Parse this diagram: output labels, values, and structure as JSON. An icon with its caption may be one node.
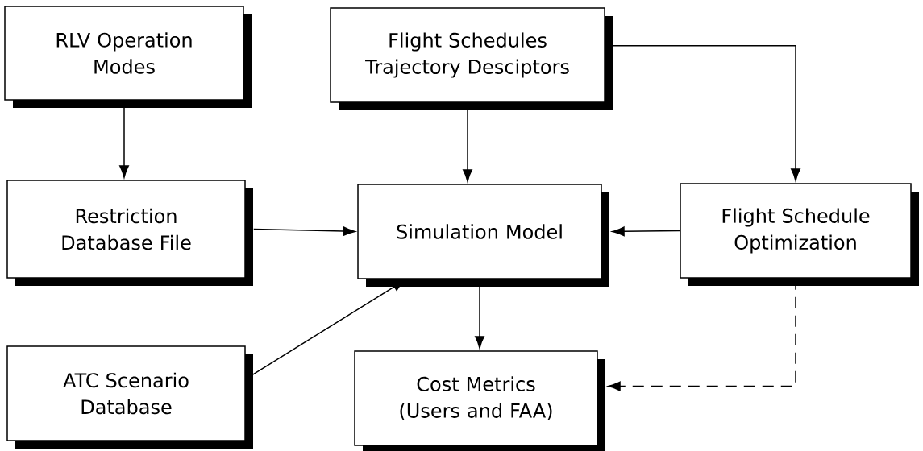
{
  "diagram": {
    "nodes": [
      {
        "text": [
          "RLV Operation Modes"
        ]
      },
      {
        "text": [
          "Flight Schedules Trajectory Desciptors"
        ]
      },
      {
        "text": [
          "Restriction Database File"
        ]
      },
      {
        "text": [
          "Simulation Model"
        ]
      },
      {
        "text": [
          "Flight Schedule Optimization"
        ]
      },
      {
        "text": [
          "ATC Scenario Database"
        ]
      },
      {
        "text": [
          "Cost Metrics (Users and FAA)"
        ]
      }
    ],
    "edges": [
      {
        "from": 0,
        "to": 2,
        "arrow": "to"
      },
      {
        "from": 1,
        "to": 3,
        "arrow": "to"
      },
      {
        "from": 1,
        "to": 4,
        "arrow": "to"
      },
      {
        "from": 2,
        "to": 3,
        "arrow": "to"
      },
      {
        "from": 4,
        "to": 3,
        "arrow": "to"
      },
      {
        "from": 5,
        "to": 3,
        "arrow": "to"
      },
      {
        "from": 3,
        "to": 6,
        "arrow": "to"
      },
      {
        "from": 4,
        "to": 6,
        "arrow": "to",
        "style": "dashed"
      }
    ]
  }
}
